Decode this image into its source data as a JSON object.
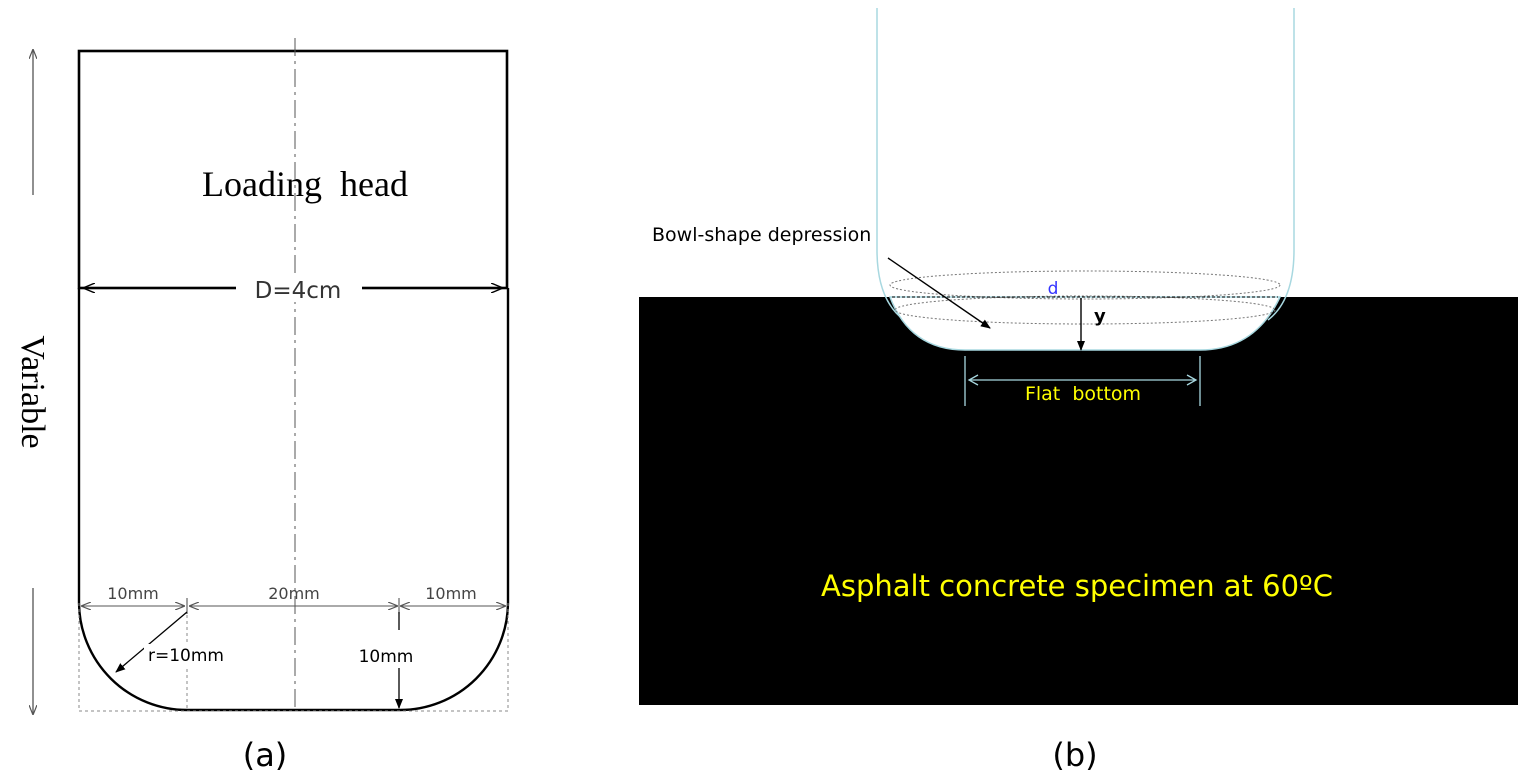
{
  "panel_a": {
    "head_label": "Loading  head",
    "side_label": "Variable",
    "diameter_label": "D=4cm",
    "dim_left": "10mm",
    "dim_middle": "20mm",
    "dim_right": "10mm",
    "radius_label": "r=10mm",
    "depth_label": "10mm",
    "caption": "(a)"
  },
  "panel_b": {
    "depression_label": "Bowl-shape depression",
    "d_label": "d",
    "y_label": "y",
    "flat_bottom_label": "Flat  bottom",
    "specimen_label": "Asphalt concrete specimen at 60ºC",
    "caption": "(b)"
  },
  "colors": {
    "line": "#000000",
    "specimen_fill": "#000000",
    "annotation_yellow": "#ffff00",
    "d_blue": "#3333ff",
    "probe_outline": "#a8d8e0",
    "dim_gray": "#666666"
  }
}
